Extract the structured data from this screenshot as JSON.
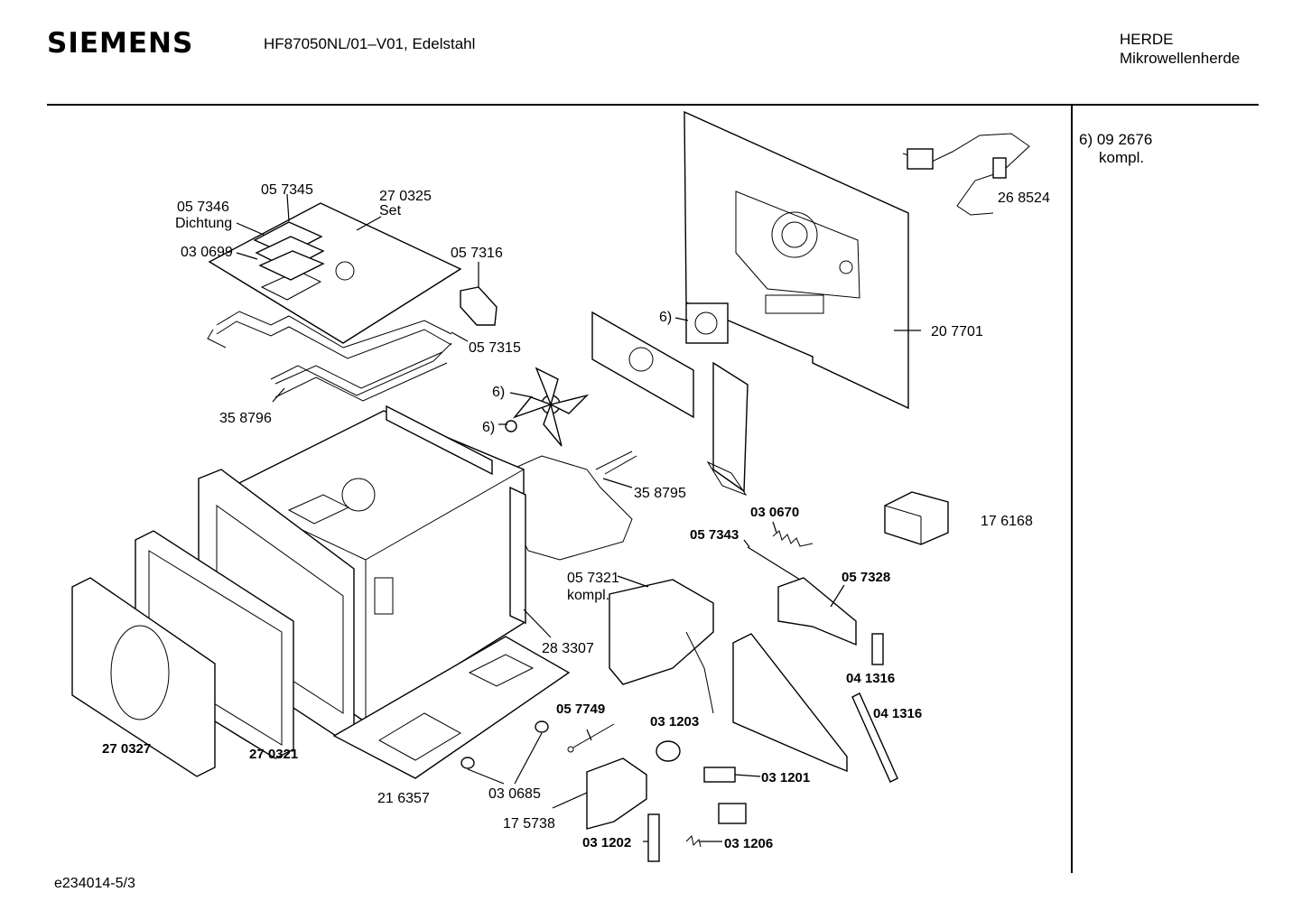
{
  "header": {
    "brand": "SIEMENS",
    "model": "HF87050NL/01–V01, Edelstahl",
    "category_line1": "HERDE",
    "category_line2": "Mikrowellenherde"
  },
  "note": {
    "line1": "6)  09 2676",
    "line2": "kompl."
  },
  "footer": {
    "doc_id": "e234014-5/3"
  },
  "parts": {
    "p057346": "05 7346",
    "dichtung": "Dichtung",
    "p057345": "05 7345",
    "p270325": "27 0325",
    "set": "Set",
    "p030699": "03 0699",
    "p057316": "05 7316",
    "p057315": "05 7315",
    "p358796": "35 8796",
    "p268524": "26 8524",
    "p207701": "20 7701",
    "six_a": "6)",
    "six_b": "6)",
    "six_c": "6)",
    "p358795": "35 8795",
    "p030670": "03 0670",
    "p057343": "05 7343",
    "p176168": "17 6168",
    "p057321": "05 7321",
    "kompl": "kompl.",
    "p057328": "05 7328",
    "p283307": "28 3307",
    "p041316a": "04 1316",
    "p041316b": "04 1316",
    "p270327": "27 0327",
    "p270321": "27 0321",
    "p057749": "05 7749",
    "p031203": "03 1203",
    "p216357": "21 6357",
    "p030685": "03 0685",
    "p031201": "03 1201",
    "p175738": "17 5738",
    "p031202": "03 1202",
    "p031206": "03 1206"
  }
}
